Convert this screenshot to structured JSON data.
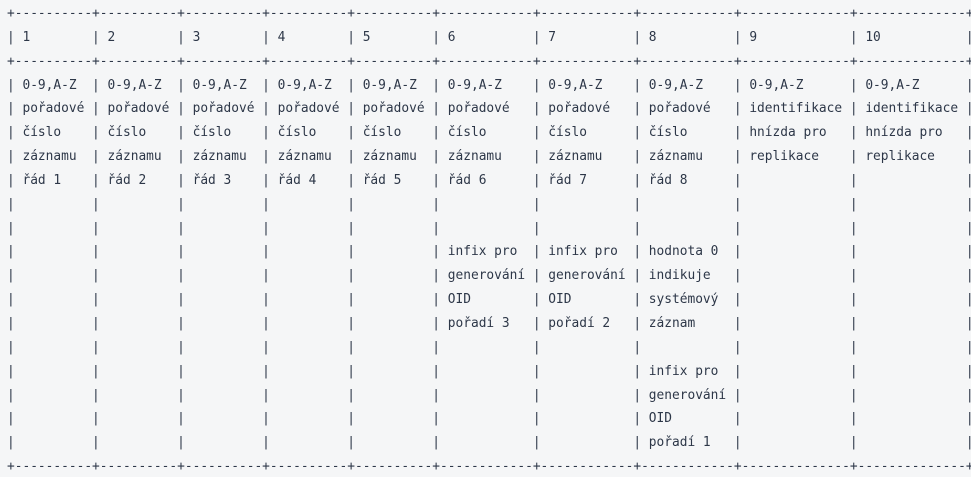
{
  "page": {
    "background_color": "#f5f6f7",
    "text_color": "#2d3748"
  },
  "code_block": {
    "type": "ascii-table",
    "language": "plain-text",
    "table": {
      "border_chars": {
        "corner": "+",
        "horizontal": "-",
        "vertical": "|"
      },
      "row_count": 16,
      "columns": [
        {
          "header": "1",
          "width": 10,
          "lines": [
            "0-9,A-Z",
            "pořadové",
            "číslo",
            "záznamu",
            "řád 1",
            "",
            "",
            "",
            "",
            "",
            "",
            "",
            "",
            "",
            "",
            ""
          ]
        },
        {
          "header": "2",
          "width": 10,
          "lines": [
            "0-9,A-Z",
            "pořadové",
            "číslo",
            "záznamu",
            "řád 2",
            "",
            "",
            "",
            "",
            "",
            "",
            "",
            "",
            "",
            "",
            ""
          ]
        },
        {
          "header": "3",
          "width": 10,
          "lines": [
            "0-9,A-Z",
            "pořadové",
            "číslo",
            "záznamu",
            "řád 3",
            "",
            "",
            "",
            "",
            "",
            "",
            "",
            "",
            "",
            "",
            ""
          ]
        },
        {
          "header": "4",
          "width": 10,
          "lines": [
            "0-9,A-Z",
            "pořadové",
            "číslo",
            "záznamu",
            "řád 4",
            "",
            "",
            "",
            "",
            "",
            "",
            "",
            "",
            "",
            "",
            ""
          ]
        },
        {
          "header": "5",
          "width": 10,
          "lines": [
            "0-9,A-Z",
            "pořadové",
            "číslo",
            "záznamu",
            "řád 5",
            "",
            "",
            "",
            "",
            "",
            "",
            "",
            "",
            "",
            "",
            ""
          ]
        },
        {
          "header": "6",
          "width": 12,
          "lines": [
            "0-9,A-Z",
            "pořadové",
            "číslo",
            "záznamu",
            "řád 6",
            "",
            "",
            "infix pro",
            "generování",
            "OID",
            "pořadí 3",
            "",
            "",
            "",
            "",
            ""
          ]
        },
        {
          "header": "7",
          "width": 12,
          "lines": [
            "0-9,A-Z",
            "pořadové",
            "číslo",
            "záznamu",
            "řád 7",
            "",
            "",
            "infix pro",
            "generování",
            "OID",
            "pořadí 2",
            "",
            "",
            "",
            "",
            ""
          ]
        },
        {
          "header": "8",
          "width": 12,
          "lines": [
            "0-9,A-Z",
            "pořadové",
            "číslo",
            "záznamu",
            "řád 8",
            "",
            "",
            "hodnota 0",
            "indikuje",
            "systémový",
            "záznam",
            "",
            "infix pro",
            "generování",
            "OID",
            "pořadí 1"
          ]
        },
        {
          "header": "9",
          "width": 14,
          "lines": [
            "0-9,A-Z",
            "identifikace",
            "hnízda pro",
            "replikace",
            "",
            "",
            "",
            "",
            "",
            "",
            "",
            "",
            "",
            "",
            "",
            ""
          ]
        },
        {
          "header": "10",
          "width": 14,
          "lines": [
            "0-9,A-Z",
            "identifikace",
            "hnízda pro",
            "replikace",
            "",
            "",
            "",
            "",
            "",
            "",
            "",
            "",
            "",
            "",
            "",
            ""
          ]
        }
      ]
    }
  }
}
